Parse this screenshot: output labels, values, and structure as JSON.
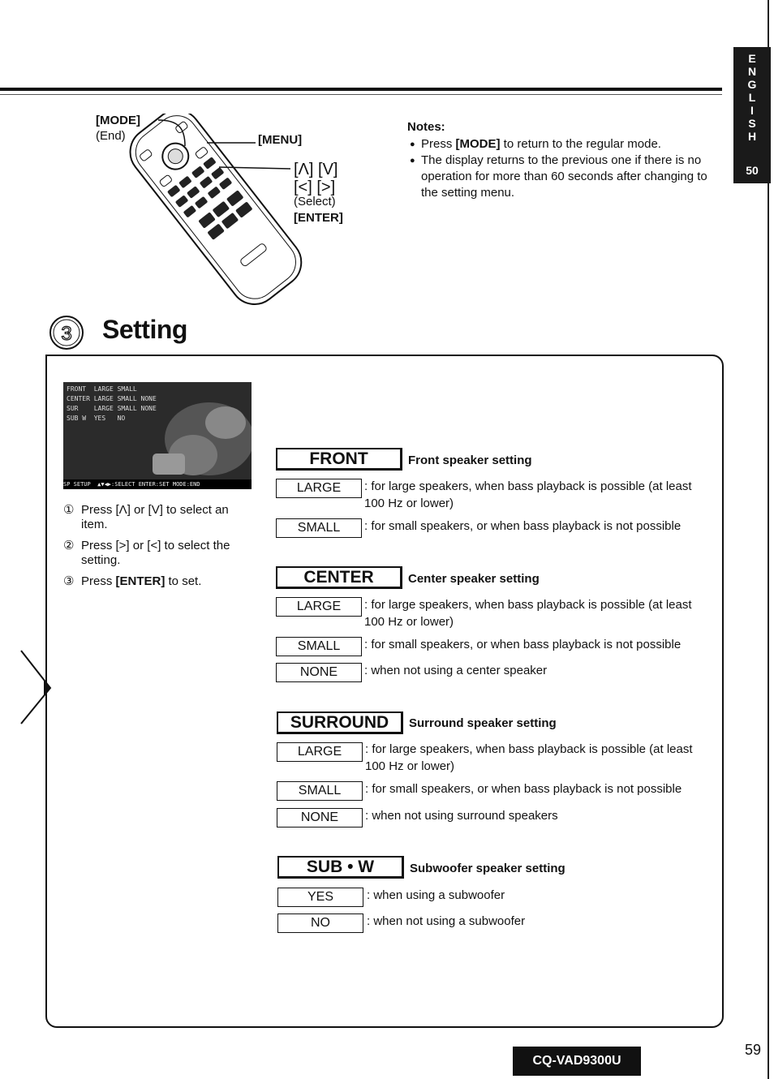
{
  "side_tab": {
    "letters": [
      "E",
      "N",
      "G",
      "L",
      "I",
      "S",
      "H"
    ],
    "page": "50"
  },
  "remote": {
    "mode_label": "[MODE]",
    "end_label": "(End)",
    "menu_label": "[MENU]",
    "arrows_up_down": "[Λ] [V]",
    "arrows_left_right": "[<] [>]",
    "select_label": "(Select)",
    "enter_label": "[ENTER]"
  },
  "notes": {
    "title": "Notes:",
    "items": [
      {
        "pre": "Press ",
        "bold": "[MODE]",
        "post": " to return to the regular mode."
      },
      {
        "pre": "The display returns to the previous one if there is no operation for more than 60 seconds after changing to the setting menu.",
        "bold": "",
        "post": ""
      }
    ]
  },
  "section": {
    "number": "3",
    "title": "Setting"
  },
  "screen": {
    "rows": [
      "FRONT  LARGE SMALL",
      "CENTER LARGE SMALL NONE",
      "SUR    LARGE SMALL NONE",
      "SUB W  YES   NO"
    ],
    "footer": "SP SETUP  ▲▼◀▶:SELECT ENTER:SET MODE:END"
  },
  "steps": [
    {
      "num": "①",
      "text": "Press [Λ] or [V] to select an item."
    },
    {
      "num": "②",
      "text": "Press [>] or [<] to select the setting."
    },
    {
      "num": "③",
      "pre": "Press ",
      "bold": "[ENTER]",
      "post": " to set."
    }
  ],
  "categories": [
    {
      "name": "FRONT",
      "desc": "Front speaker setting",
      "options": [
        {
          "label": "LARGE",
          "text": ": for large speakers, when bass playback is possible (at least 100 Hz or lower)"
        },
        {
          "label": "SMALL",
          "text": ": for small speakers, or when bass playback is not possible"
        }
      ]
    },
    {
      "name": "CENTER",
      "desc": "Center speaker setting",
      "options": [
        {
          "label": "LARGE",
          "text": ": for large speakers, when bass playback is possible (at least 100 Hz or lower)"
        },
        {
          "label": "SMALL",
          "text": ": for small speakers, or when bass playback is not possible"
        },
        {
          "label": "NONE",
          "text": ": when not using a center speaker"
        }
      ]
    },
    {
      "name": "SURROUND",
      "desc": "Surround speaker setting",
      "options": [
        {
          "label": "LARGE",
          "text": ": for large speakers, when bass playback is possible (at least 100 Hz or lower)"
        },
        {
          "label": "SMALL",
          "text": ": for small speakers, or when bass playback is not possible"
        },
        {
          "label": "NONE",
          "text": ": when not using surround speakers"
        }
      ]
    },
    {
      "name": "SUB • W",
      "desc": "Subwoofer speaker setting",
      "options": [
        {
          "label": "YES",
          "text": ": when using a subwoofer"
        },
        {
          "label": "NO",
          "text": ": when not using a subwoofer"
        }
      ]
    }
  ],
  "footer": {
    "model": "CQ-VAD9300U",
    "page_number": "59"
  }
}
